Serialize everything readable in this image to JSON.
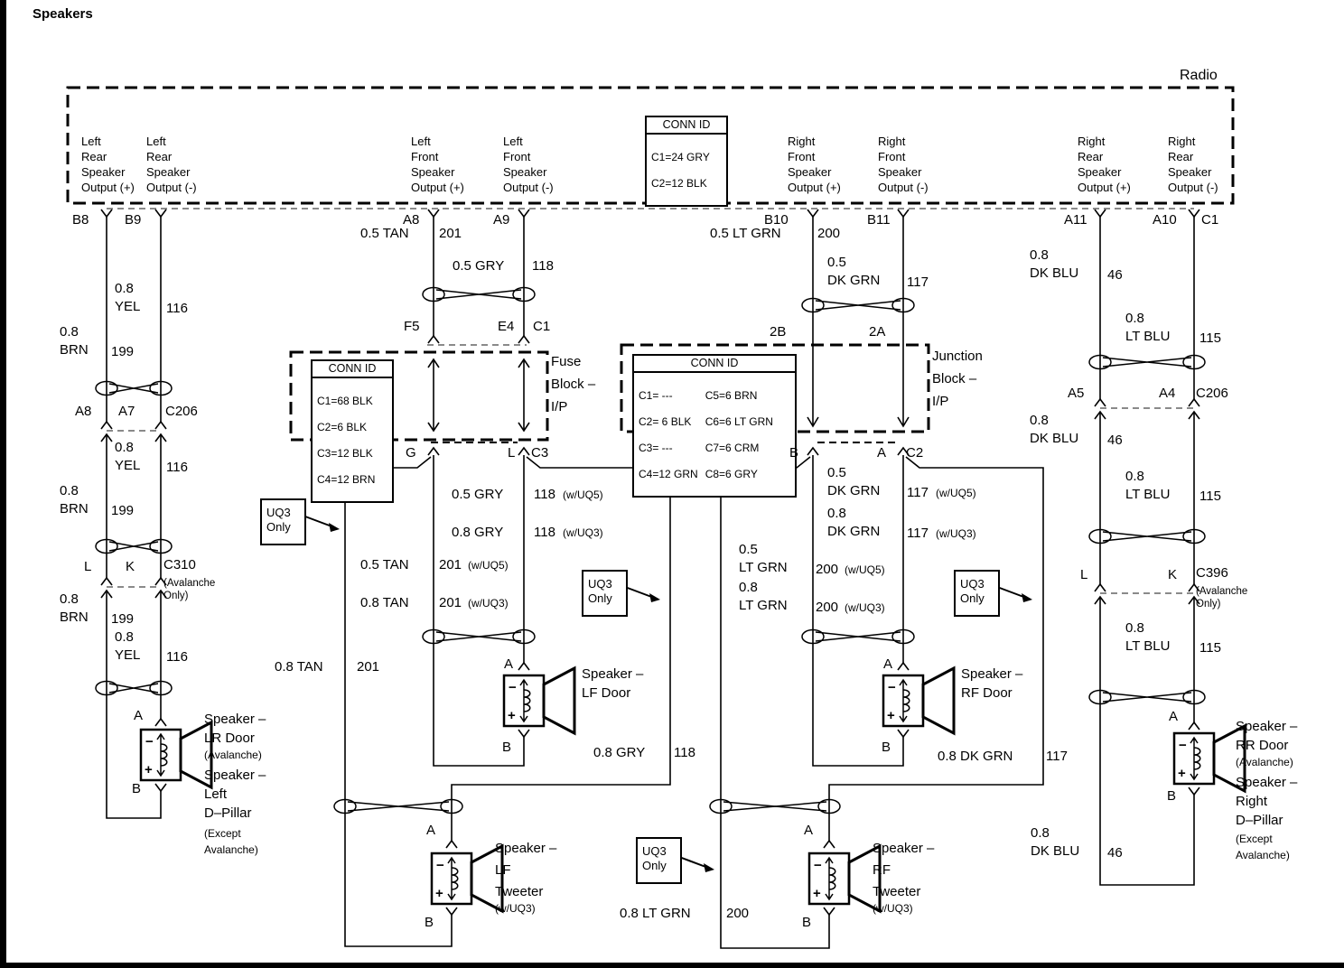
{
  "title": "Speakers",
  "radio": {
    "label": "Radio",
    "conn_id": {
      "title": "CONN ID",
      "rows": [
        "C1=24 GRY",
        "C2=12 BLK"
      ]
    },
    "outputs": [
      "Left\nRear\nSpeaker\nOutput (+)",
      "Left\nRear\nSpeaker\nOutput (-)",
      "Left\nFront\nSpeaker\nOutput (+)",
      "Left\nFront\nSpeaker\nOutput (-)",
      "Right\nFront\nSpeaker\nOutput (+)",
      "Right\nFront\nSpeaker\nOutput (-)",
      "Right\nRear\nSpeaker\nOutput (+)",
      "Right\nRear\nSpeaker\nOutput (-)"
    ],
    "pins": [
      "B8",
      "B9",
      "A8",
      "A9",
      "B10",
      "B11",
      "A11",
      "A10"
    ],
    "connector_id": "C1"
  },
  "fuse_block": {
    "name": "Fuse\nBlock –\nI/P",
    "conn_id": {
      "title": "CONN ID",
      "rows": [
        "C1=68 BLK",
        "C2=6 BLK",
        "C3=12 BLK",
        "C4=12 BRN"
      ]
    },
    "top_pins": [
      "F5",
      "E4"
    ],
    "top_connector": "C1",
    "bottom_pins": [
      "G",
      "L"
    ],
    "bottom_connector": "C3"
  },
  "junction_block": {
    "name": "Junction\nBlock –\nI/P",
    "conn_id": {
      "title": "CONN ID",
      "left_rows": [
        "C1= ---",
        "C2= 6 BLK",
        "C3= ---",
        "C4=12 GRN"
      ],
      "right_rows": [
        "C5=6 BRN",
        "C6=6 LT GRN",
        "C7=6 CRM",
        "C8=6 GRY"
      ]
    },
    "top_pins": [
      "2B",
      "2A"
    ],
    "bottom_pins": [
      "B",
      "A"
    ],
    "bottom_connector": "C2"
  },
  "uq3_note": "UQ3\nOnly",
  "wire_labels": {
    "yel": "0.8\nYEL",
    "n116": "116",
    "brn": "0.8\nBRN",
    "n199": "199",
    "tan05": "0.5 TAN",
    "tan08": "0.8 TAN",
    "n201": "201",
    "gry05": "0.5 GRY",
    "gry08": "0.8 GRY",
    "n118": "118",
    "ltgrn05": "0.5 LT GRN",
    "ltgrn05_2": "0.5\nLT GRN",
    "ltgrn08_2": "0.8\nLT GRN",
    "ltgrn08": "0.8 LT GRN",
    "n200": "200",
    "dkgrn05_2": "0.5\nDK GRN",
    "dkgrn08_2": "0.8\nDK GRN",
    "dkgrn08": "0.8 DK GRN",
    "n117": "117",
    "dkblu": "0.8\nDK BLU",
    "n46": "46",
    "ltblu": "0.8\nLT BLU",
    "n115": "115",
    "w_uq5": "(w/UQ5)",
    "w_uq3": "(w/UQ3)"
  },
  "connectors": {
    "c206_left": {
      "pin_a": "A8",
      "pin_b": "A7",
      "id": "C206"
    },
    "c310": {
      "pin_a": "L",
      "pin_b": "K",
      "id": "C310",
      "note": "(Avalanche\nOnly)"
    },
    "c206_right": {
      "pin_a": "A5",
      "pin_b": "A4",
      "id": "C206"
    },
    "c396": {
      "pin_a": "L",
      "pin_b": "K",
      "id": "C396",
      "note": "(Avalanche\nOnly)"
    }
  },
  "terminals": {
    "a": "A",
    "b": "B",
    "plus": "+",
    "minus": "−"
  },
  "speakers": {
    "lr": {
      "title1": "Speaker –\nLR Door",
      "note1": "(Avalanche)",
      "title2": "Speaker –\nLeft\nD–Pillar",
      "note2": "(Except\nAvalanche)"
    },
    "lf_door": {
      "title": "Speaker –\nLF Door"
    },
    "lf_tweeter": {
      "title": "Speaker –\nLF\nTweeter",
      "note": "(w/UQ3)"
    },
    "rf_door": {
      "title": "Speaker –\nRF Door"
    },
    "rf_tweeter": {
      "title": "Speaker –\nRF\nTweeter",
      "note": "(w/UQ3)"
    },
    "rr": {
      "title1": "Speaker –\nRR Door",
      "note1": "(Avalanche)",
      "title2": "Speaker –\nRight\nD–Pillar",
      "note2": "(Except\nAvalanche)"
    }
  }
}
